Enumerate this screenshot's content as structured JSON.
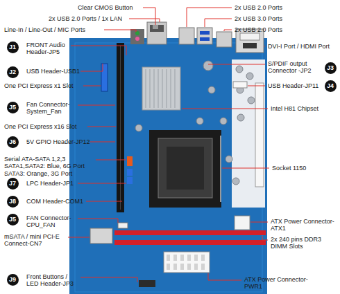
{
  "diagram": {
    "nodes": [
      {
        "text": [
          "J1"
        ]
      },
      {
        "text": [
          "J3"
        ]
      },
      {
        "text": [
          "J2"
        ]
      },
      {
        "text": [
          "J4"
        ]
      },
      {
        "text": [
          "J5"
        ]
      },
      {
        "text": [
          "J6"
        ]
      },
      {
        "text": [
          "J7"
        ]
      },
      {
        "text": [
          "J8"
        ]
      },
      {
        "text": [
          "J5"
        ]
      },
      {
        "text": [
          "J9"
        ]
      }
    ],
    "labels": [
      "Clear CMOS Button",
      "2x USB 2.0 Ports / 1x LAN",
      "Line-In / Line-Out / MIC Ports",
      "FRONT Audio Header-JP5",
      "USB Header-USB1",
      "One PCI Express x1 Slot",
      "Fan Connector-System_Fan",
      "One PCI Express x16 Slot",
      "5V GPIO Header-JP12",
      "Serial ATA-SATA 1,2,3 SATA1,SATA2: Blue, 6G Port SATA3: Orange, 3G Port",
      "LPC Header-JP1",
      "COM Header-COM1",
      "FAN Connector-CPU_FAN",
      "mSATA / mini PCI-E Connect-CN7",
      "Front Buttons / LED Header-JP3",
      "2x USB 2.0 Ports",
      "2x USB 3.0 Ports",
      "2x USB 2.0 Ports",
      "DVI-I Port / HDMI Port",
      "S/PDIF output Connector -JP2",
      "USB Header-JP11",
      "Intel H81 Chipset",
      "Socket 1150",
      "ATX Power Connector-ATX1",
      "2x 240 pins DDR3 DIMM Slots",
      "ATX Power Connector-PWR1"
    ]
  }
}
